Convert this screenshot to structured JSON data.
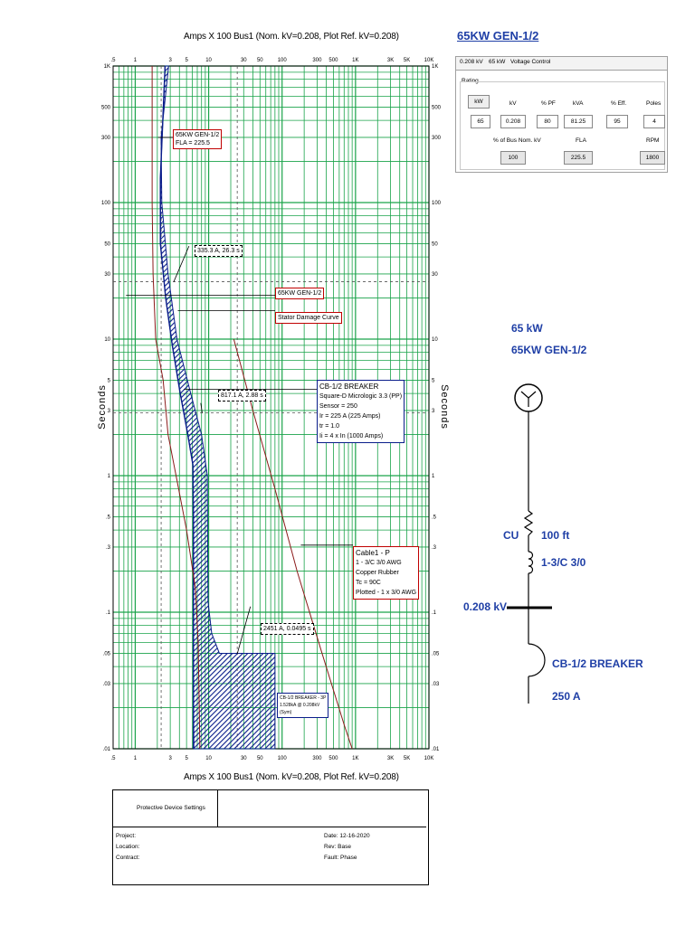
{
  "tcc": {
    "title_top": "Amps  X  100   Bus1 (Nom. kV=0.208, Plot Ref. kV=0.208)",
    "title_bottom": "Amps  X  100   Bus1 (Nom. kV=0.208, Plot Ref. kV=0.208)",
    "y_axis_label": "Seconds",
    "x_ticks": [
      ".5",
      "1",
      "3",
      "5",
      "10",
      "30",
      "50",
      "100",
      "300",
      "500",
      "1K",
      "3K",
      "5K",
      "10K"
    ],
    "y_ticks": [
      "1K",
      "500",
      "300",
      "100",
      "50",
      "30",
      "10",
      "5",
      "3",
      "1",
      ".5",
      ".3",
      ".1",
      ".05",
      ".03",
      ".01"
    ],
    "colors": {
      "grid": "#1aa34a",
      "border": "#000000",
      "generator": "#0a1d8a",
      "cable": "#8b1a1a",
      "stator": "#8b1a1a"
    }
  },
  "labels": {
    "gen_fla": [
      "65KW GEN-1/2",
      "FLA = 225.5"
    ],
    "point1": "335.3 A, 26.3 s",
    "gen_name": "65KW GEN-1/2",
    "stator": "Stator Damage Curve",
    "breaker": [
      "CB-1/2 BREAKER",
      "Square-D  Micrologic 3.3 (PP)",
      "Sensor = 250",
      "Ir = 225 A (225 Amps)",
      "tr = 1.0",
      "Ii = 4 x In (1000 Amps)"
    ],
    "point2": "817.1 A, 2.88 s",
    "cable": [
      "Cable1 - P",
      "1 - 3/C 3/0 AWG",
      "Copper  Rubber",
      "Tc = 90C",
      "Plotted - 1 x 3/0 AWG"
    ],
    "point3": "2451 A, 0.0495 s",
    "breaker_3p": [
      "CB-1/2 BREAKER - 3P",
      "1.528kA @ 0.208kV",
      "(Sym)"
    ]
  },
  "generator_panel": {
    "title": "65KW GEN-1/2",
    "tabs": [
      "0.208 kV",
      "65 kW",
      "Voltage Control"
    ],
    "group_label": "Rating",
    "headers": [
      "kW",
      "kV",
      "% PF",
      "kVA",
      "% Eff.",
      "Poles"
    ],
    "values": [
      "65",
      "0.208",
      "80",
      "81.25",
      "95",
      "4"
    ],
    "sub_headers": [
      "% of Bus Nom. kV",
      "FLA",
      "RPM"
    ],
    "sub_values": [
      "100",
      "225.5",
      "1800"
    ]
  },
  "one_line": {
    "gen_kw": "65 kW",
    "gen_name": "65KW GEN-1/2",
    "cable_material": "CU",
    "cable_length": "100 ft",
    "cable_size": "1-3/C 3/0",
    "bus_kv": "0.208 kV",
    "breaker_name": "CB-1/2 BREAKER",
    "breaker_rating": "250 A"
  },
  "title_block": {
    "heading": "Protective Device Settings",
    "project": "Project:",
    "location": "Location:",
    "contract": "Contract:",
    "date": "Date:  12-16-2020",
    "rev": "Rev:   Base",
    "fault": "Fault:  Phase"
  }
}
